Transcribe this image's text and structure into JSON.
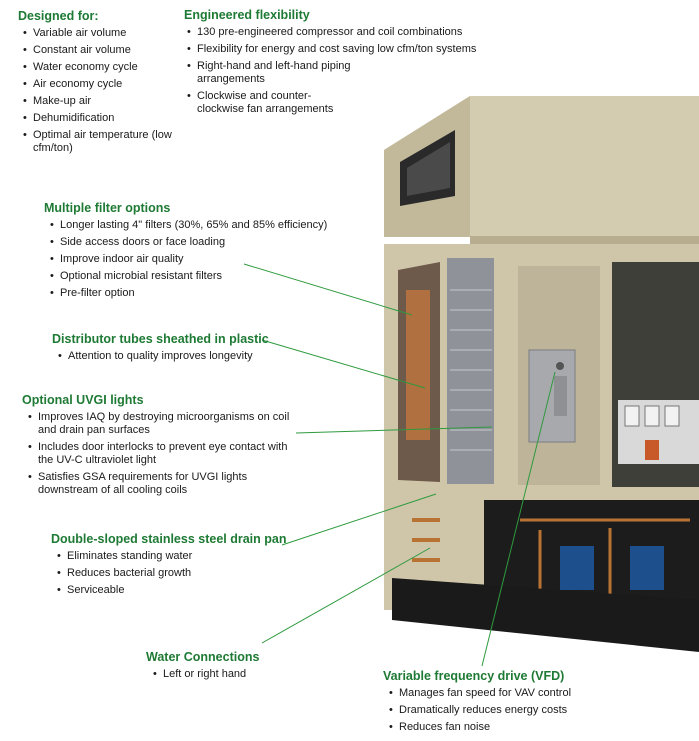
{
  "colors": {
    "heading": "#1e7a34",
    "leader": "#2e9a3e",
    "cabinet": "#cfc6a9"
  },
  "designed_for": {
    "heading": "Designed for:",
    "items": [
      "Variable air volume",
      "Constant air volume",
      "Water economy cycle",
      "Air economy cycle",
      "Make-up air",
      "Dehumidification",
      "Optimal air temperature (low cfm/ton)"
    ]
  },
  "engineered": {
    "heading": "Engineered flexibility",
    "items": [
      "130 pre-engineered compressor and coil combinations",
      "Flexibility for energy and cost saving low cfm/ton systems",
      "Right-hand and left-hand piping arrangements",
      "Clockwise and counter-clockwise fan arrangements"
    ]
  },
  "filters": {
    "heading": "Multiple filter options",
    "items": [
      "Longer lasting 4\" filters (30%, 65% and 85% efficiency)",
      "Side access doors or face loading",
      "Improve indoor air quality",
      "Optional microbial resistant filters",
      "Pre-filter option"
    ]
  },
  "distributor": {
    "heading": "Distributor tubes sheathed in plastic",
    "items": [
      "Attention to quality improves longevity"
    ]
  },
  "uvgi": {
    "heading": "Optional UVGI lights",
    "items": [
      "Improves IAQ by destroying microorganisms on coil and drain pan surfaces",
      "Includes door interlocks to prevent eye contact with the UV-C ultraviolet light",
      "Satisfies GSA requirements for UVGI lights downstream of all cooling coils"
    ]
  },
  "drain": {
    "heading": "Double-sloped stainless steel drain pan",
    "items": [
      "Eliminates standing water",
      "Reduces bacterial growth",
      "Serviceable"
    ]
  },
  "water": {
    "heading": "Water Connections",
    "items": [
      "Left or right hand"
    ]
  },
  "vfd": {
    "heading": "Variable frequency drive (VFD)",
    "items": [
      "Manages fan speed for VAV control",
      "Dramatically reduces energy costs",
      "Reduces fan noise"
    ]
  }
}
